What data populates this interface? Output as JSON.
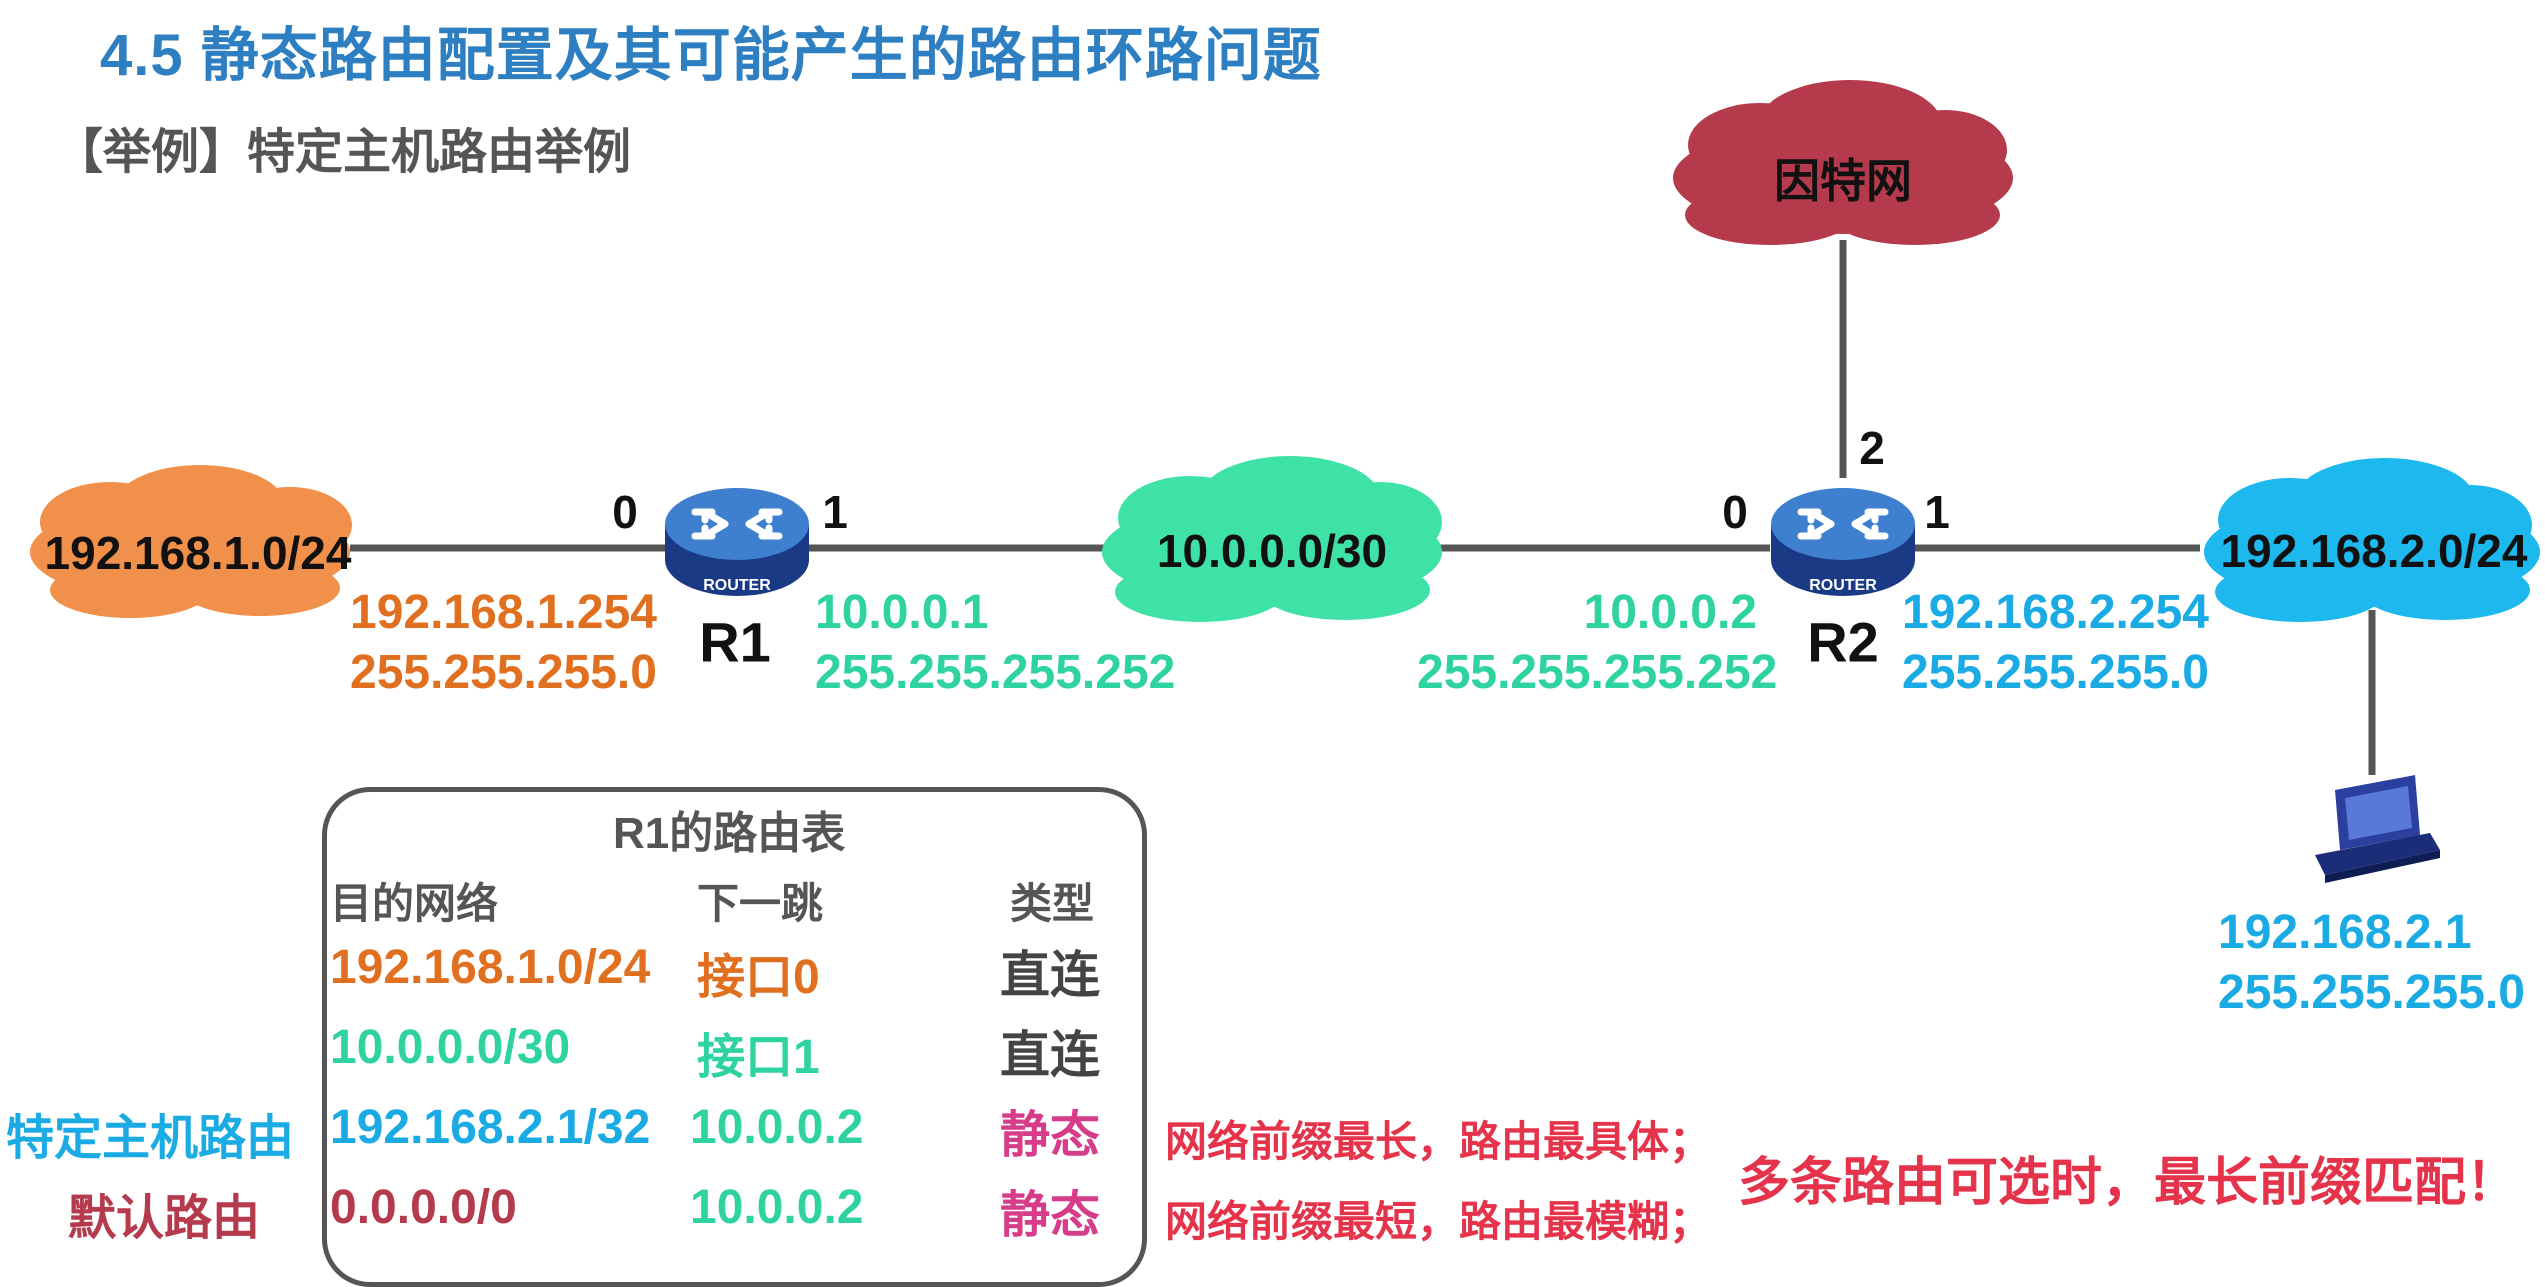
{
  "title": "4.5  静态路由配置及其可能产生的路由环路问题",
  "subtitle": "【举例】特定主机路由举例",
  "colors": {
    "orange_net": "#e07020",
    "green_net": "#2fd3a2",
    "blue_net": "#1aaae4",
    "internet": "#b43a4c",
    "static_type": "#d63c8a",
    "highlight_red": "#e4334a",
    "title_blue": "#2d7fc1"
  },
  "diagram": {
    "clouds": {
      "lan1": "192.168.1.0/24",
      "link": "10.0.0.0/30",
      "lan2": "192.168.2.0/24",
      "internet": "因特网"
    },
    "r1": {
      "name": "R1",
      "icon_text": "ROUTER",
      "port0": "0",
      "port1": "1",
      "if0_ip": "192.168.1.254",
      "if0_mask": "255.255.255.0",
      "if1_ip": "10.0.0.1",
      "if1_mask": "255.255.255.252"
    },
    "r2": {
      "name": "R2",
      "icon_text": "ROUTER",
      "port0": "0",
      "port1": "1",
      "port2": "2",
      "if0_ip": "10.0.0.2",
      "if0_mask": "255.255.255.252",
      "if1_ip": "192.168.2.254",
      "if1_mask": "255.255.255.0"
    },
    "host": {
      "ip": "192.168.2.1",
      "mask": "255.255.255.0"
    }
  },
  "routing_table": {
    "title": "R1的路由表",
    "headers": [
      "目的网络",
      "下一跳",
      "类型"
    ],
    "rows": [
      {
        "dest": "192.168.1.0/24",
        "next": "接口0",
        "type": "直连",
        "label": ""
      },
      {
        "dest": "10.0.0.0/30",
        "next": "接口1",
        "type": "直连",
        "label": ""
      },
      {
        "dest": "192.168.2.1/32",
        "next": "10.0.0.2",
        "type": "静态",
        "label": "特定主机路由"
      },
      {
        "dest": "0.0.0.0/0",
        "next": "10.0.0.2",
        "type": "静态",
        "label": "默认路由"
      }
    ]
  },
  "notes": {
    "longest": "网络前缀最长，路由最具体；",
    "shortest": "网络前缀最短，路由最模糊；",
    "rule": "多条路由可选时，最长前缀匹配！"
  }
}
